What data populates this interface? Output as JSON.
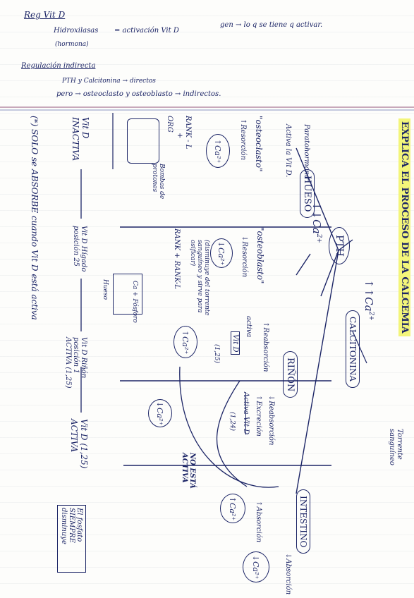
{
  "header": {
    "reg_title": "Reg Vit D",
    "hydroxylases": "Hidroxilasas",
    "hydroxylases_note": "(hormona)",
    "activation": "= activación Vit D",
    "gene_note": "gen → lo q se tiene q activar.",
    "indirect_title": "Regulación indirecta",
    "pth_calcitonin": "PTH y Calcitonina → directos",
    "osteo_line": "pero → osteoclasto y osteoblasto → indirectos."
  },
  "title": {
    "text": "EXPLICA EL PROCESO DE LA CALCEMIA",
    "highlight_color": "#f3f57a"
  },
  "center": {
    "ca_up": "↑↑Ca",
    "ca_down": "↓↓Ca",
    "charge": "2+",
    "pth": "PTH",
    "calcitonin": "CALCITONINA",
    "torrente": "Torrente sanguíneo"
  },
  "hueso": {
    "label": "HUESO",
    "parathormone": "Paratohormona",
    "activa_vitd": "Activa la Vit D.",
    "osteoclasto": "\"osteoclasto\"",
    "resorcion_up": "↑Resorción",
    "ca_up_circle": "↑Ca²⁺",
    "osteoblasto": "\"osteoblasto\"",
    "resorcion_down": "↓Resorción",
    "ca_down_circle": "↓Ca²⁺",
    "disminuye": "(disminuye del torrente sanguíneo y sirve para osificar)",
    "rank_rankl": "RANK + RANK-L",
    "rank_l": "RANK - L",
    "plus": "+",
    "org": "ORG",
    "bombas": "Bombas de protones",
    "ca_fosforo": "Ca + Fósforo",
    "hueso_small": "Hueso"
  },
  "rinon": {
    "label": "RIÑÓN",
    "reabsorcion_up": "↑Reabsorción",
    "activa": "activa",
    "vitd": "Vit D",
    "vitd_125": "(1,25)",
    "ca_up_circle": "↑Ca²⁺",
    "reabsorcion_down": "↓Reabsorción",
    "excrecion": "↑Excreción",
    "activa_strike": "Activa Vit D",
    "vitd_124": "(1,24)",
    "no_esta_activa": "NO ESTÁ ACTIVA",
    "ca_down_circle": "↓Ca²⁺"
  },
  "intestino": {
    "label": "INTESTINO",
    "absorcion_up": "↑Absorción",
    "ca_up_circle": "↑Ca²⁺",
    "absorcion_down": "↓Absorción",
    "ca_down_circle": "↓Ca²⁺"
  },
  "left_column": {
    "vitd_inactiva": "Vit D INACTIVA",
    "vitd_higado": "Vit D Hígado posición 25",
    "vitd_rinon": "Vit D Riñón posición 1 ACTIVA (1,25)",
    "vitd_activa": "Vit D (1,25) ACTIVA",
    "solo_absorbe": "(*) SOLO se ABSORBE cuando Vit D está activa",
    "fosfato": "El fosfato SIEMPRE disminuye"
  }
}
